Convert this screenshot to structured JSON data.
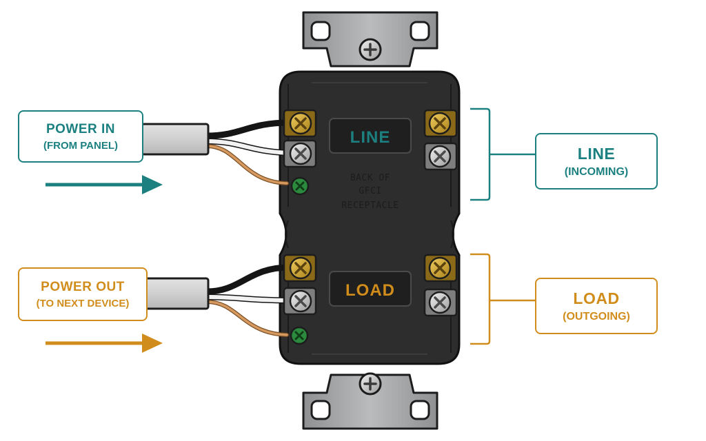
{
  "colors": {
    "line_teal": "#1d8080",
    "load_orange": "#d18d1b",
    "receptacle_body": "#2d2d2d",
    "mounting_strap": "#a7a9ab",
    "brass_terminal": "#c9a233",
    "silver_terminal": "#c6c6c6",
    "ground_terminal": "#2b8a3e",
    "copper_ground_wire": "#c68a52"
  },
  "callouts": {
    "power_in": {
      "title": "POWER IN",
      "subtitle": "(FROM PANEL)"
    },
    "power_out": {
      "title": "POWER OUT",
      "subtitle": "(TO NEXT DEVICE)"
    },
    "line": {
      "title": "LINE",
      "subtitle": "(INCOMING)"
    },
    "load": {
      "title": "LOAD",
      "subtitle": "(OUTGOING)"
    }
  },
  "receptacle": {
    "line_label": "LINE",
    "load_label": "LOAD",
    "center_text": [
      "BACK OF",
      "GFCI",
      "RECEPTACLE"
    ]
  },
  "icons": [
    "power-in-arrow-icon",
    "power-out-arrow-icon",
    "mounting-screw-icon",
    "brass-screw-icon",
    "silver-screw-icon",
    "ground-screw-icon"
  ]
}
